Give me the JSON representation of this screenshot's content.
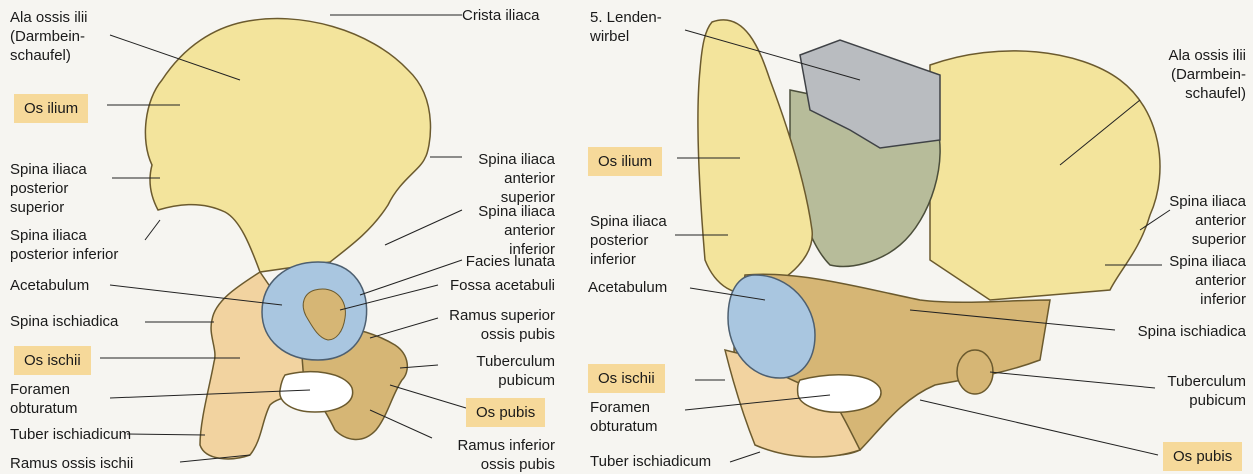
{
  "left_figure": {
    "labels": {
      "ala_ossis_ilii": "Ala ossis ilii\n(Darmbein-\nschaufel)",
      "crista_iliaca": "Crista iliaca",
      "os_ilium": "Os ilium",
      "sias": "Spina iliaca\nanterior\nsuperior",
      "sips": "Spina iliaca\nposterior\nsuperior",
      "siai": "Spina iliaca\nanterior\ninferior",
      "sipi": "Spina iliaca\nposterior inferior",
      "facies_lunata": "Facies lunata",
      "acetabulum": "Acetabulum",
      "fossa_acetabuli": "Fossa acetabuli",
      "spina_ischiadica": "Spina ischiadica",
      "ramus_superior": "Ramus superior\nossis pubis",
      "os_ischii": "Os ischii",
      "tuberculum_pubicum": "Tuberculum\npubicum",
      "foramen_obturatum": "Foramen\nobturatum",
      "os_pubis": "Os pubis",
      "tuber_ischiadicum": "Tuber ischiadicum",
      "ramus_inferior": "Ramus inferior\nossis pubis",
      "ramus_ossis_ischii": "Ramus ossis ischii"
    }
  },
  "right_figure": {
    "labels": {
      "lendenwirbel": "5. Lenden-\nwirbel",
      "ala_ossis_ilii": "Ala ossis ilii\n(Darmbein-\nschaufel)",
      "os_ilium": "Os ilium",
      "sipi": "Spina iliaca\nposterior\ninferior",
      "sias": "Spina iliaca\nanterior\nsuperior",
      "siai": "Spina iliaca\nanterior\ninferior",
      "acetabulum": "Acetabulum",
      "spina_ischiadica": "Spina ischiadica",
      "os_ischii": "Os ischii",
      "tuberculum_pubicum": "Tuberculum\npubicum",
      "foramen_obturatum": "Foramen\nobturatum",
      "tuber_ischiadicum": "Tuber ischiadicum",
      "os_pubis": "Os pubis"
    }
  },
  "colors": {
    "ilium": "#f3e49c",
    "ischium": "#f2d3a0",
    "pubis": "#d6b675",
    "acetabulum": "#a9c6e0",
    "sacrum": "#b7bc9a",
    "vertebra": "#b9bcc0",
    "label_box": "#f6d99a"
  }
}
